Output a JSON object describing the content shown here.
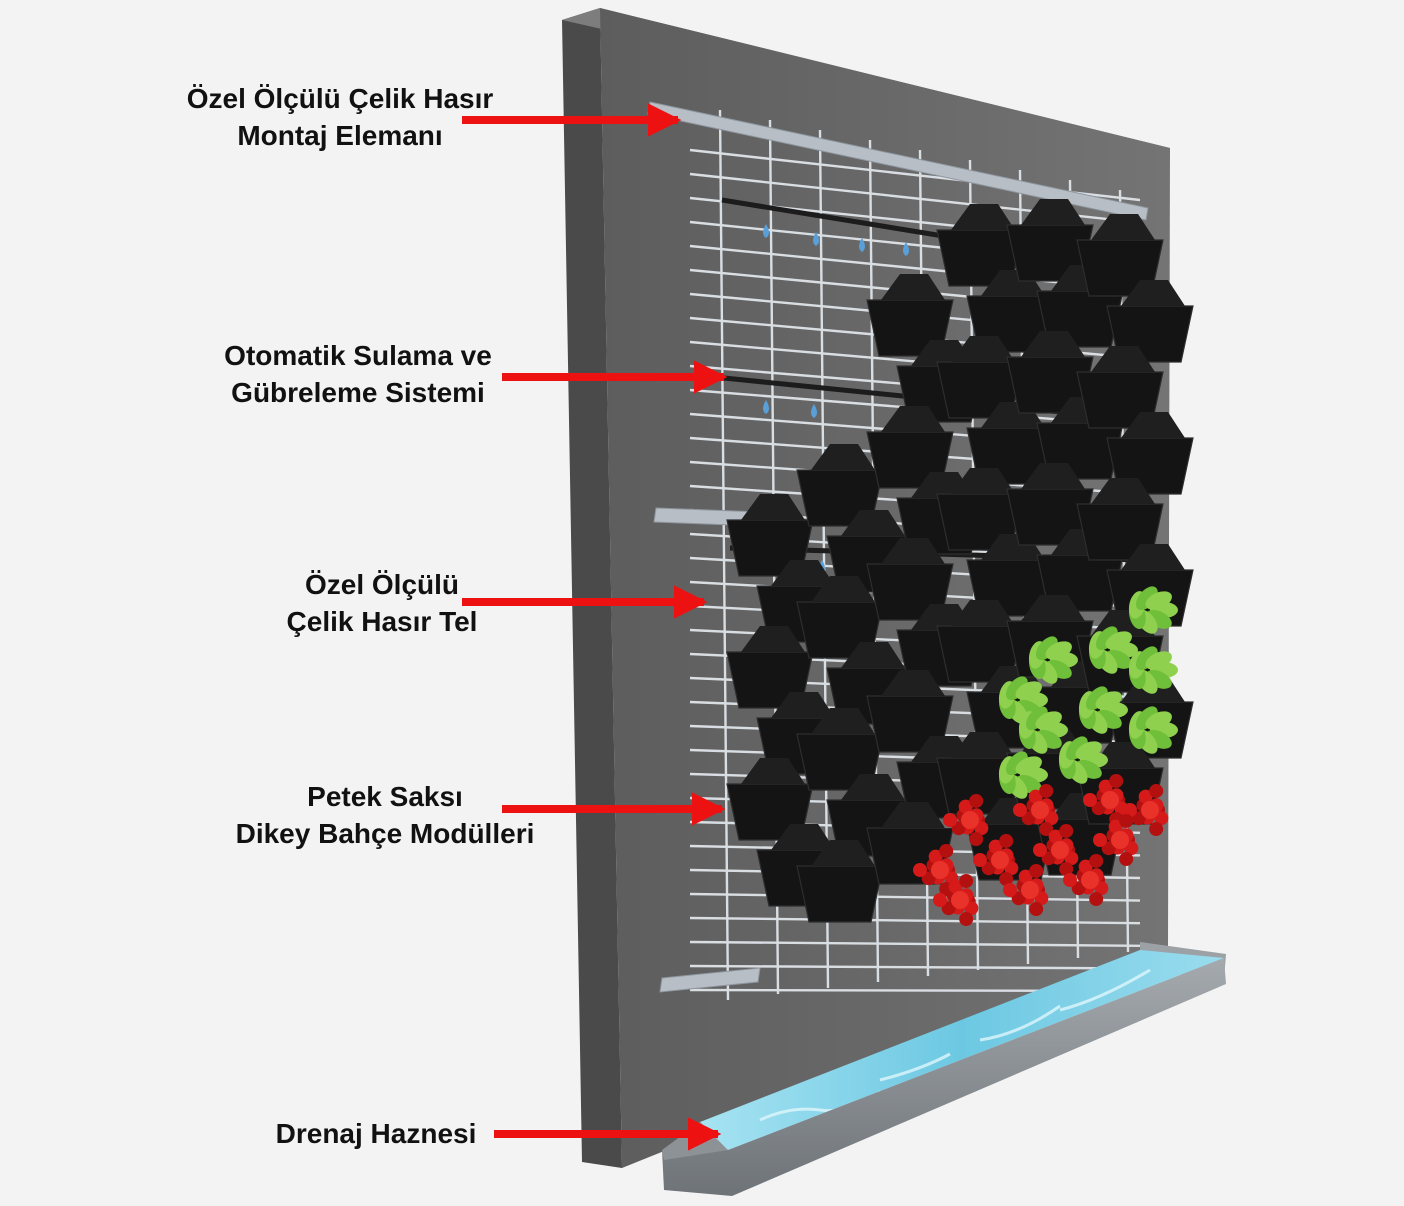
{
  "labels": {
    "mounting_rail": {
      "line1": "Özel Ölçülü Çelik Hasır",
      "line2": "Montaj Elemanı"
    },
    "irrigation": {
      "line1": "Otomatik Sulama ve",
      "line2": "Gübreleme Sistemi"
    },
    "mesh": {
      "line1": "Özel Ölçülü",
      "line2": "Çelik Hasır Tel"
    },
    "modules": {
      "line1": "Petek Saksı",
      "line2": "Dikey Bahçe Modülleri"
    },
    "drainage": {
      "line1": "Drenaj Haznesi"
    }
  },
  "colors": {
    "background": "#f3f3f3",
    "wall_face": "#6a6a6a",
    "wall_side": "#4b4b4b",
    "wall_top": "#7a7a7a",
    "rail": "#aeb5bd",
    "mesh": "#d8dde2",
    "pot": "#141414",
    "pot_top": "#2b2b2b",
    "water_drop": "#5aa0d8",
    "plant_green": "#6fbf3a",
    "plant_red": "#d61a1a",
    "water": "#7fd0e6",
    "tray": "#8a8f94",
    "arrow": "#ee1111"
  }
}
